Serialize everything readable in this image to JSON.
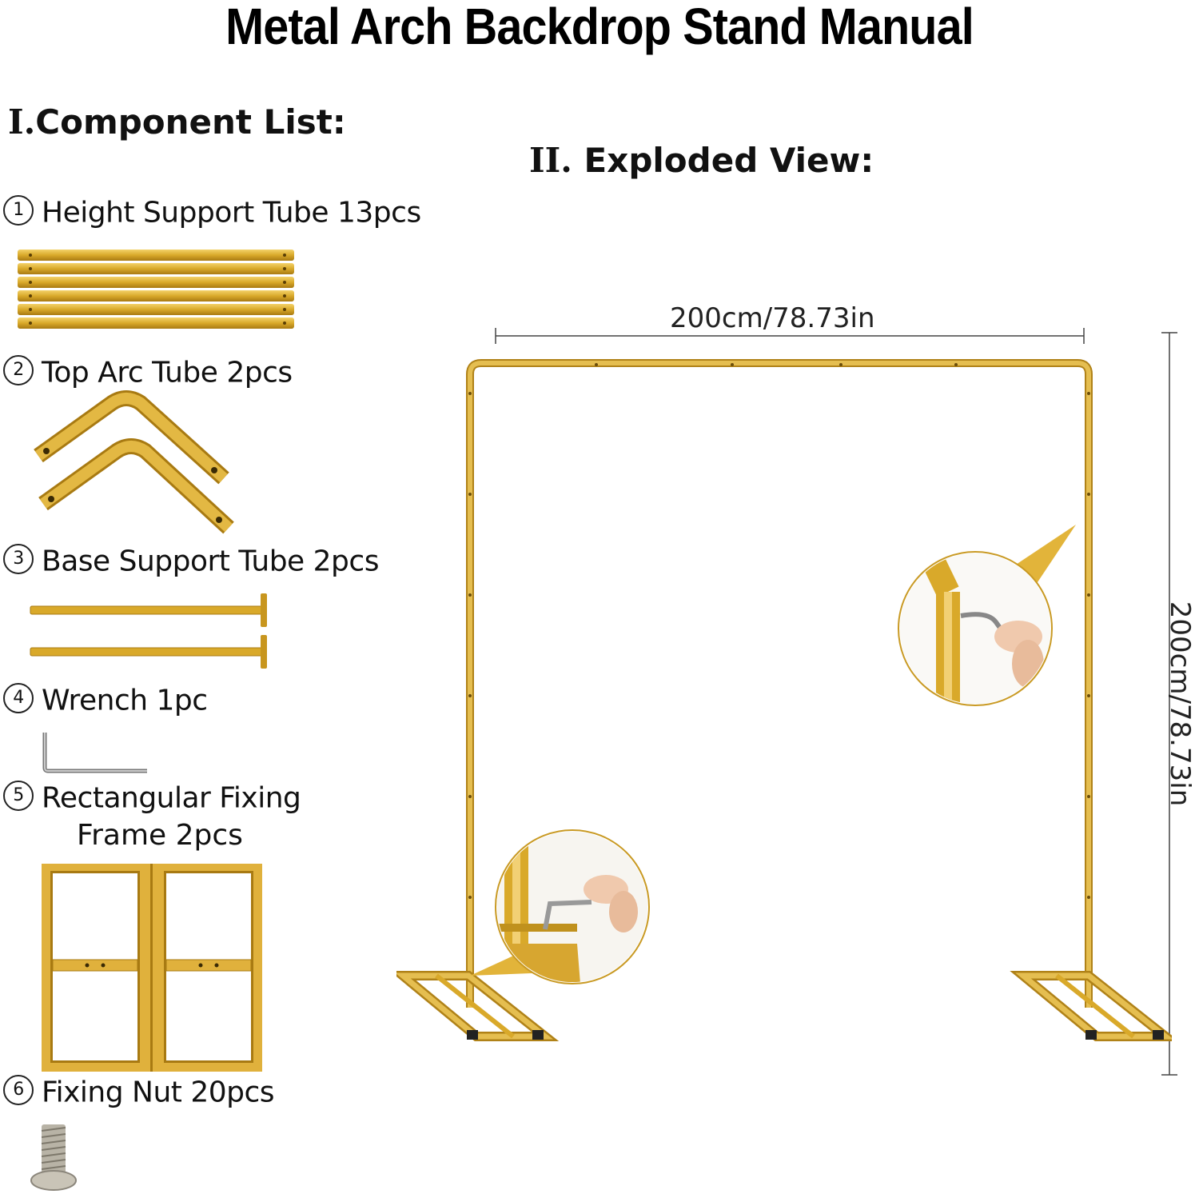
{
  "title": "Metal Arch Backdrop Stand Manual",
  "section1": {
    "roman": "I.",
    "heading": "Component List:"
  },
  "section2": {
    "roman": "II.",
    "heading": "Exploded View:"
  },
  "components": [
    {
      "num": "1",
      "label": "Height Support Tube 13pcs"
    },
    {
      "num": "2",
      "label": "Top Arc Tube 2pcs"
    },
    {
      "num": "3",
      "label": "Base Support Tube 2pcs"
    },
    {
      "num": "4",
      "label": "Wrench 1pc"
    },
    {
      "num": "5",
      "label": "Rectangular Fixing",
      "label2": "Frame 2pcs"
    },
    {
      "num": "6",
      "label": "Fixing Nut 20pcs"
    }
  ],
  "dimensions": {
    "width": "200cm/78.73in",
    "height": "200cm/78.73in"
  },
  "colors": {
    "gold": "#d9a92a",
    "gold_light": "#f0c85a",
    "gold_dark": "#a87a12"
  }
}
